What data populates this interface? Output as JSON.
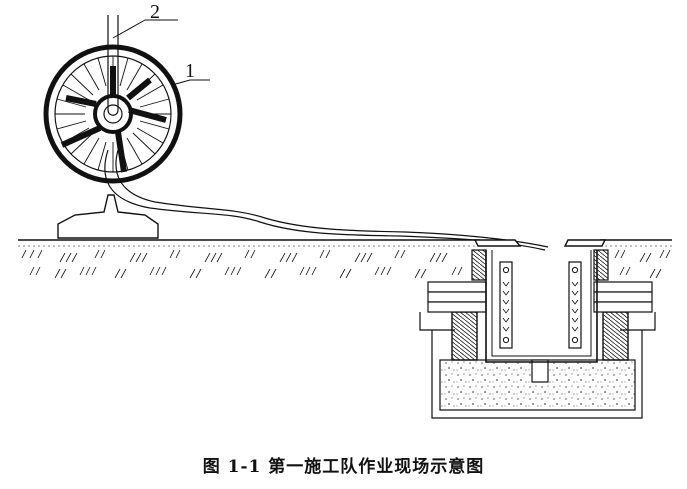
{
  "figure": {
    "caption": "图 1-1  第一施工队作业现场示意图",
    "labels": {
      "reel": "1",
      "cable": "2"
    }
  },
  "colors": {
    "ink": "#111111",
    "paper": "#ffffff",
    "gravel": "#555555"
  },
  "icons": {
    "reel": "cable-reel-icon",
    "pit": "cable-pit-icon"
  }
}
